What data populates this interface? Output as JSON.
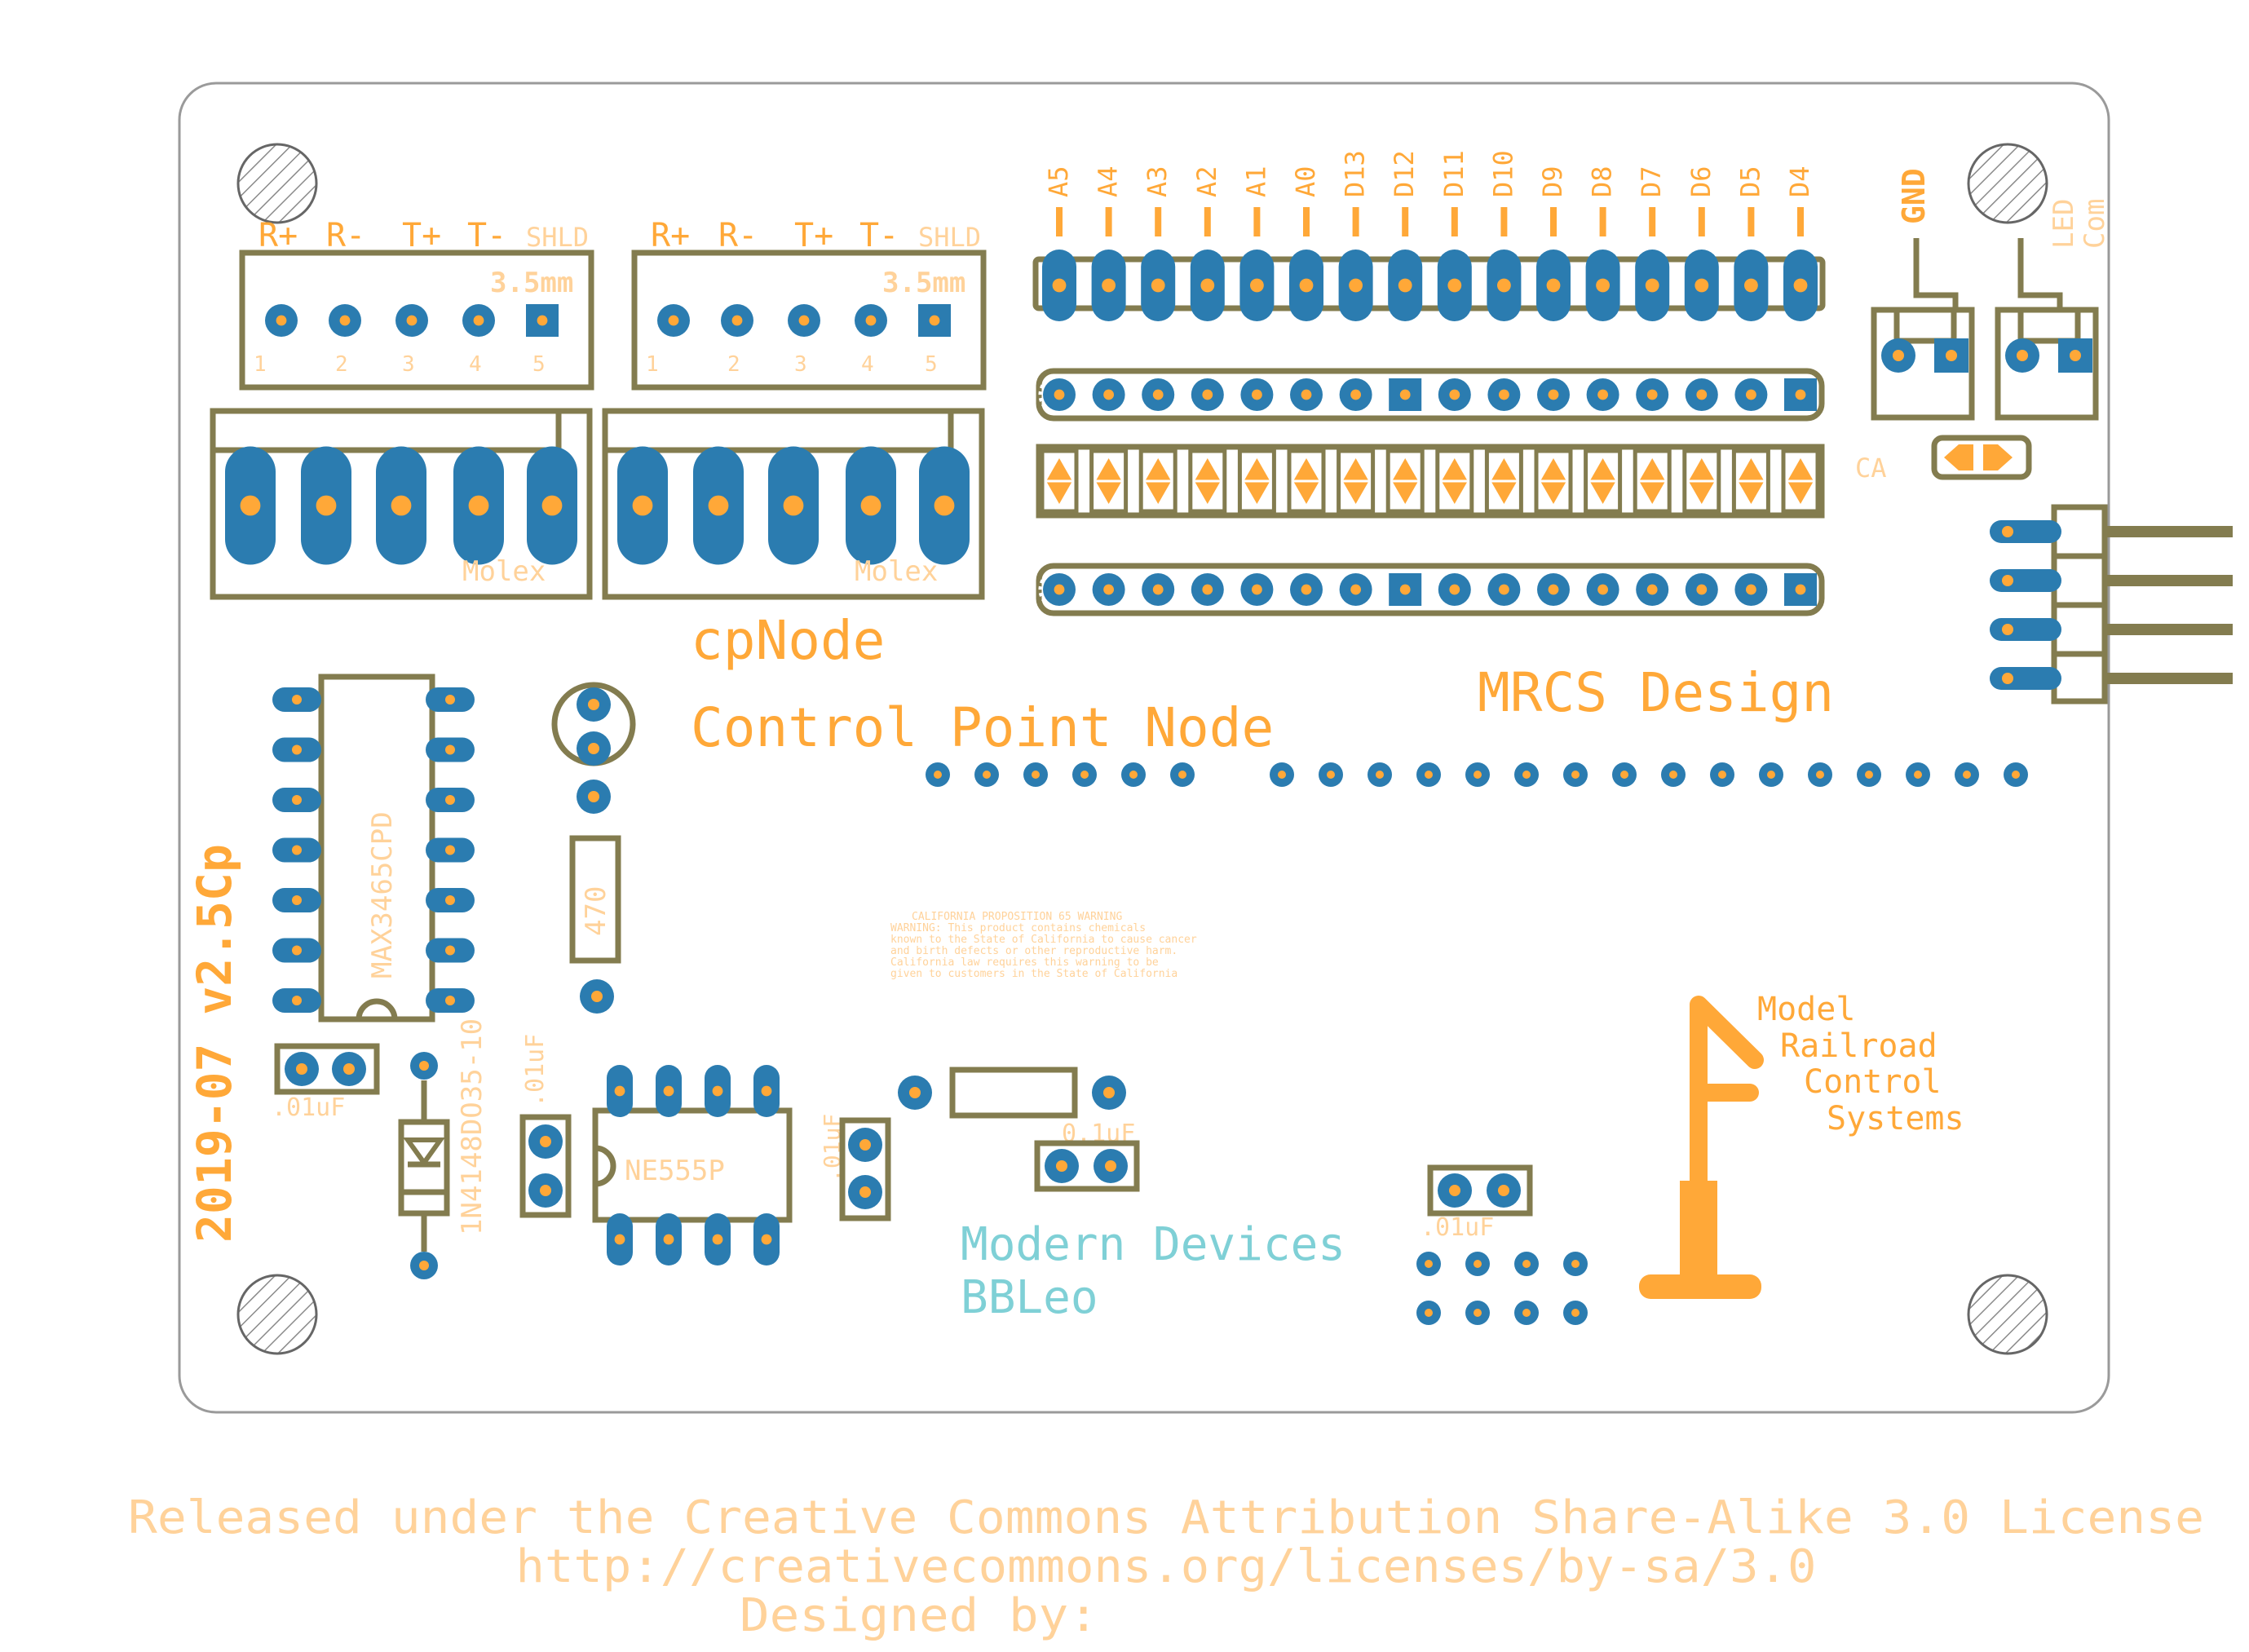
{
  "board": {
    "project_title": "cpNode",
    "project_subtitle": "Control Point Node",
    "designer_brand": "MRCS Design",
    "version_text": "2019-07  v2.5Cp",
    "logo_text": [
      "Model",
      "Railroad",
      "Control",
      "Systems"
    ],
    "module_text": [
      "Modern Devices",
      "BBLeo"
    ]
  },
  "rs485_headers": [
    {
      "pin_labels": [
        "R+",
        "R-",
        "T+",
        "T-",
        "SHLD"
      ],
      "pitch_label": "3.5mm",
      "pin_numbers": [
        "1",
        "2",
        "3",
        "4",
        "5"
      ],
      "connector_label": "Molex"
    },
    {
      "pin_labels": [
        "R+",
        "R-",
        "T+",
        "T-",
        "SHLD"
      ],
      "pitch_label": "3.5mm",
      "pin_numbers": [
        "1",
        "2",
        "3",
        "4",
        "5"
      ],
      "connector_label": "Molex"
    }
  ],
  "io_pins": [
    "A5",
    "A4",
    "A3",
    "A2",
    "A1",
    "A0",
    "D13",
    "D12",
    "D11",
    "D10",
    "D9",
    "D8",
    "D7",
    "D6",
    "D5",
    "D4"
  ],
  "led_headers": {
    "gnd_label": "GND",
    "led_com_label": [
      "LED",
      "Com"
    ],
    "jumper_label": "CA"
  },
  "components": {
    "ic_rs485": "MAX3465CPD",
    "ic_timer": "NE555P",
    "diode": "1N4148DO35-10",
    "resistor": "470",
    "cap_1": ".01uF",
    "cap_2": ".01uF",
    "cap_3": ".01uF",
    "cap_4": "0.1uF",
    "cap_5": ".01uF"
  },
  "warning_lines": [
    "CALIFORNIA PROPOSITION 65 WARNING",
    "WARNING: This product contains chemicals",
    "known to the State of California to cause cancer",
    "and birth defects or other reproductive harm.",
    "California law requires this warning to be",
    "given to customers in the State of California"
  ],
  "footer": {
    "license": "Released under the Creative Commons Attribution Share-Alike 3.0 License",
    "url": "http://creativecommons.org/licenses/by-sa/3.0",
    "designed_by": "Designed by:"
  },
  "colors": {
    "silkscreen": "#ffa838",
    "copper_pad": "#2b7cb0",
    "outline": "#837c4f",
    "module_silk": "#7fd0d6"
  }
}
